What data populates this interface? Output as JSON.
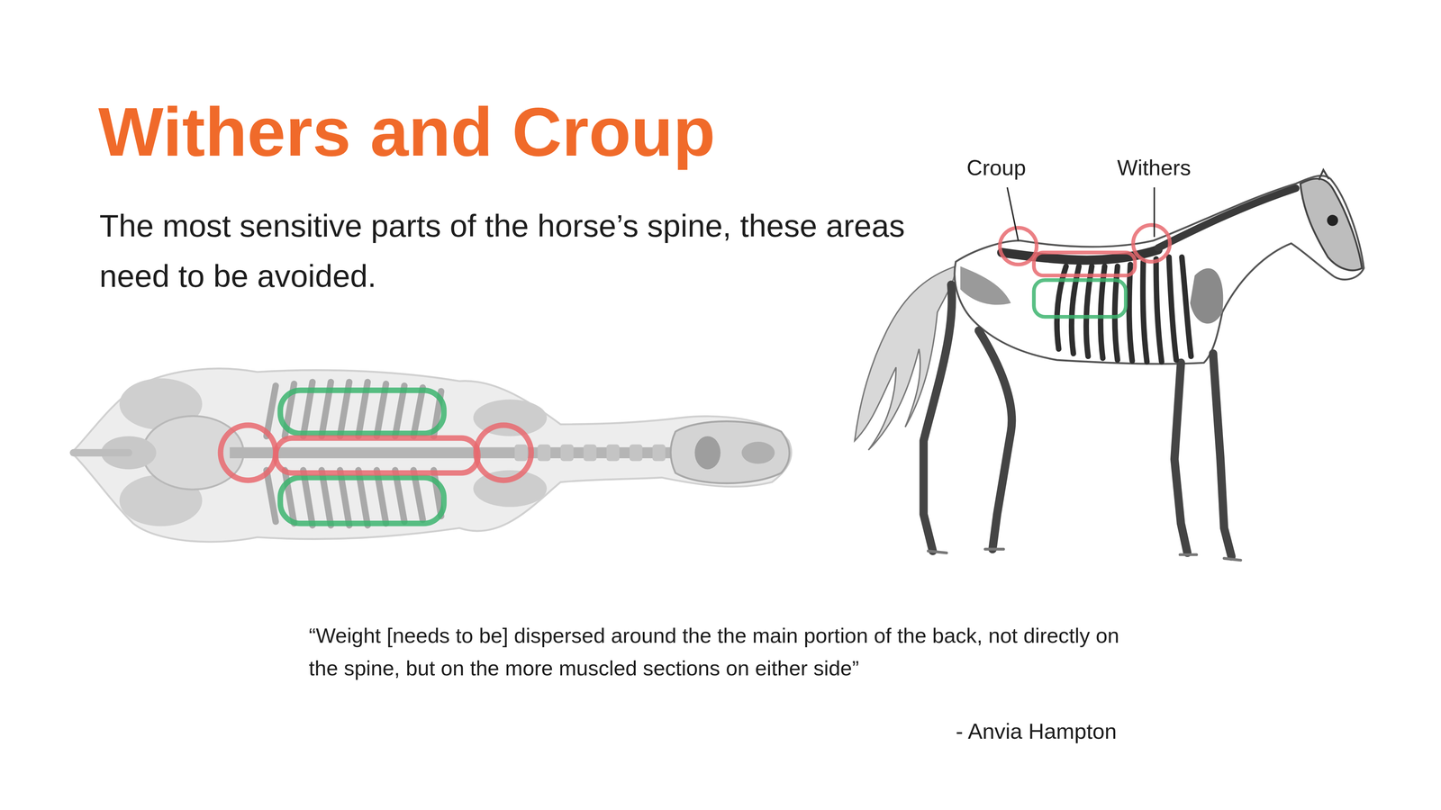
{
  "diagram": {
    "title": "Withers and Croup",
    "labels": [
      "The most sensitive parts of the horse’s spine, these areas need to be avoided.",
      "Croup",
      "Withers",
      "“Weight [needs to be] dispersed around the the main portion of the back, not directly on the spine, but on the more muscled sections on either side”",
      "- Anvia Hampton"
    ]
  }
}
